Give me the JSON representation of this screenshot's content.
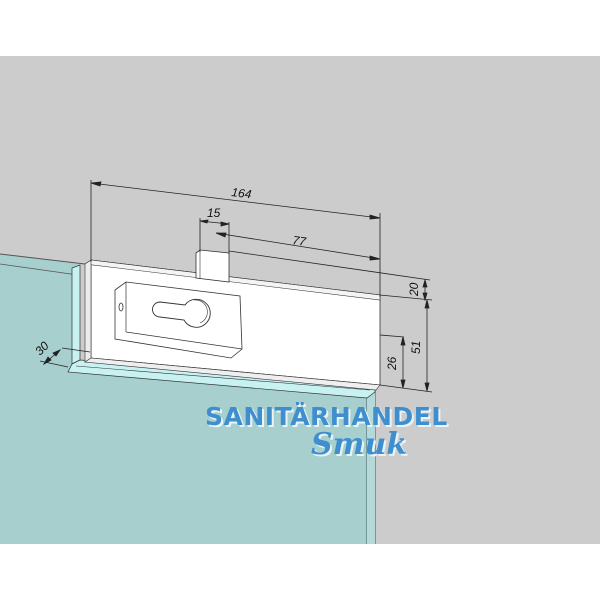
{
  "drawing": {
    "subject": "glass door patch fitting with lock",
    "colors": {
      "page_background": "#ffffff",
      "wall": "#cccccc",
      "glass": "#a6cfcd",
      "glass_edge": "#c8f2f2",
      "fitting": "#ffffff",
      "lines": "#333333",
      "logo": "#3f8fcf"
    }
  },
  "dimensions": {
    "overall_width": "164",
    "stub_width": "15",
    "stub_to_edge": "77",
    "top_offset": "20",
    "total_height": "51",
    "glass_height": "26",
    "glass_depth": "30"
  },
  "logo": {
    "line1": "SANITÄRHANDEL",
    "line2": "Smuk"
  }
}
